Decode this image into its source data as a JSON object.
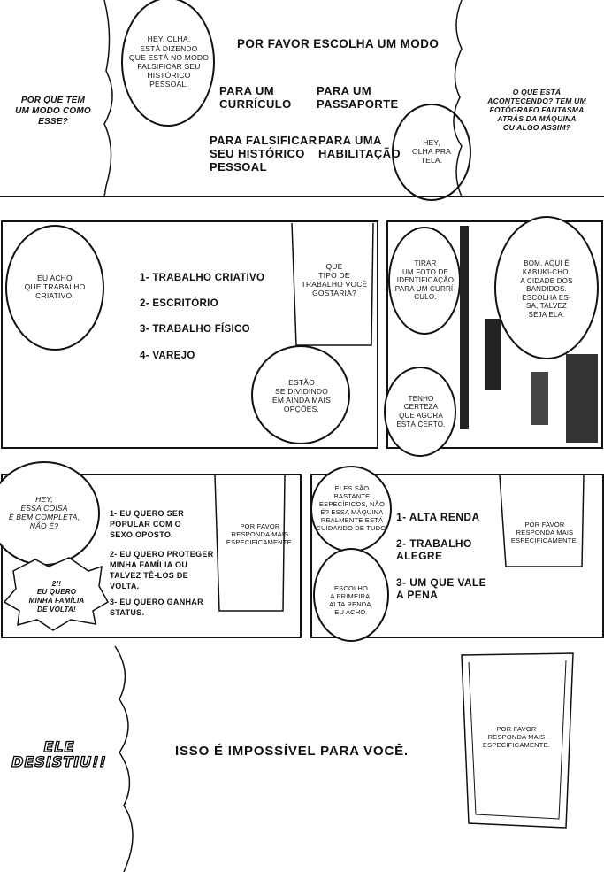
{
  "panel1": {
    "screen_title": "POR FAVOR ESCOLHA UM MODO",
    "options": [
      "PARA UM\nCURRÍCULO",
      "PARA UM\nPASSAPORTE",
      "PARA FALSIFICAR\nSEU HISTÓRICO\nPESSOAL",
      "PARA UMA\nHABILITAÇÃO"
    ],
    "bubble_top": "HEY, OLHA,\nESTÁ DIZENDO\nQUE ESTÁ NO MODO\nFALSIFICAR SEU\nHISTÓRICO\nPESSOAL!",
    "bubble_left": "POR QUE TEM\nUM MODO COMO\nESSE?",
    "bubble_right_italic": "O QUE ESTÁ\nACONTECENDO? TEM UM\nFOTÓGRAFO FANTASMA\nATRÁS DA MÁQUINA\nOU ALGO ASSIM?",
    "bubble_center": "HEY,\nOLHA PRA\nTELA."
  },
  "panel2": {
    "bubble_left": "EU ACHO\nQUE TRABALHO\nCRIATIVO.",
    "menu": [
      "1- TRABALHO CRIATIVO",
      "2- ESCRITÓRIO",
      "3- TRABALHO FÍSICO",
      "4- VAREJO"
    ],
    "screen_question": "QUE\nTIPO DE\nTRABALHO VOCÊ\nGOSTARIA?",
    "bubble_bottom": "ESTÃO\nSE DIVIDINDO\nEM AINDA MAIS\nOPÇÕES."
  },
  "panel3": {
    "bubble_left": "TIRAR\nUM FOTO DE\nIDENTIFICAÇÃO\nPARA UM CURRÍ-\nCULO.",
    "bubble_right": "BOM, AQUI É\nKABUKI-CHO.\nA CIDADE DOS\nBANDIDOS.\nESCOLHA ES-\nSA, TALVEZ\nSEJA ELA.",
    "bubble_bottom": "TENHO\nCERTEZA\nQUE AGORA\nESTÁ CERTO."
  },
  "panel4": {
    "bubble_top": "HEY,\nESSA COISA\nÉ BEM COMPLETA,\nNÃO É?",
    "bubble_shout": "2!!\nEU QUERO\nMINHA FAMÍLIA\nDE VOLTA!",
    "options": [
      "1- EU QUERO SER\nPOPULAR COM O\nSEXO OPOSTO.",
      "2- EU QUERO PROTEGER\nMINHA FAMÍLIA OU\nTALVEZ TÊ-LOS DE\nVOLTA.",
      "3- EU QUERO GANHAR\nSTATUS."
    ],
    "screen_prompt": "POR FAVOR\nRESPONDA MAIS\nESPECIFICAMENTE."
  },
  "panel5": {
    "bubble_top": "ELES SÃO\nBASTANTE\nESPECÍFICOS, NÃO\nÉ? ESSA MÁQUINA\nREALMENTE ESTÁ\nCUIDANDO DE TUDO.",
    "bubble_bottom": "ESCOLHO\nA PRIMEIRA,\nALTA RENDA,\nEU ACHO.",
    "options": [
      "1- ALTA RENDA",
      "2- TRABALHO\nALEGRE",
      "3- UM QUE VALE\nA PENA"
    ],
    "screen_prompt": "POR FAVOR\nRESPONDA MAIS\nESPECIFICAMENTE."
  },
  "panel6": {
    "shout": "ELE\nDESISTIU!!",
    "screen_text": "ISSO É IMPOSSÍVEL PARA VOCÊ.",
    "screen_prompt": "POR FAVOR\nRESPONDA MAIS\nESPECIFICAMENTE."
  }
}
